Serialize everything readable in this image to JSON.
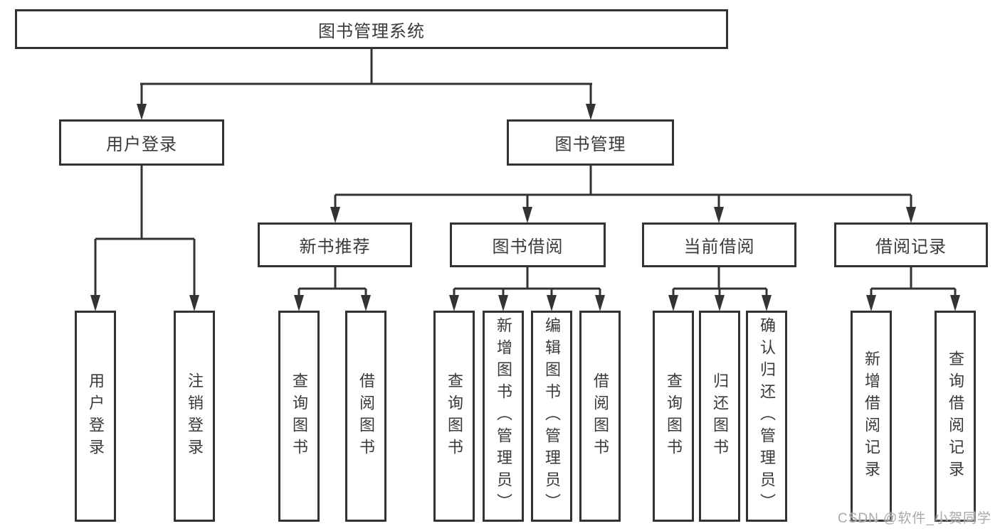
{
  "tree": {
    "label": "图书管理系统",
    "children": [
      {
        "label": "用户登录",
        "children": [
          {
            "label": "用户登录"
          },
          {
            "label": "注销登录"
          }
        ]
      },
      {
        "label": "图书管理",
        "children": [
          {
            "label": "新书推荐",
            "children": [
              {
                "label": "查询图书"
              },
              {
                "label": "借阅图书"
              }
            ]
          },
          {
            "label": "图书借阅",
            "children": [
              {
                "label": "查询图书"
              },
              {
                "label": "新增图书（管理员）"
              },
              {
                "label": "编辑图书（管理员）"
              },
              {
                "label": "借阅图书"
              }
            ]
          },
          {
            "label": "当前借阅",
            "children": [
              {
                "label": "查询图书"
              },
              {
                "label": "归还图书"
              },
              {
                "label": "确认归还（管理员）"
              }
            ]
          },
          {
            "label": "借阅记录",
            "children": [
              {
                "label": "新增借阅记录"
              },
              {
                "label": "查询借阅记录"
              }
            ]
          }
        ]
      }
    ]
  },
  "watermark": "CSDN @软件_小贺同学",
  "colors": {
    "line": "#333333",
    "box_border": "#333333",
    "text": "#3a3a3a",
    "watermark": "#a9a9a9",
    "background": "#ffffff"
  }
}
